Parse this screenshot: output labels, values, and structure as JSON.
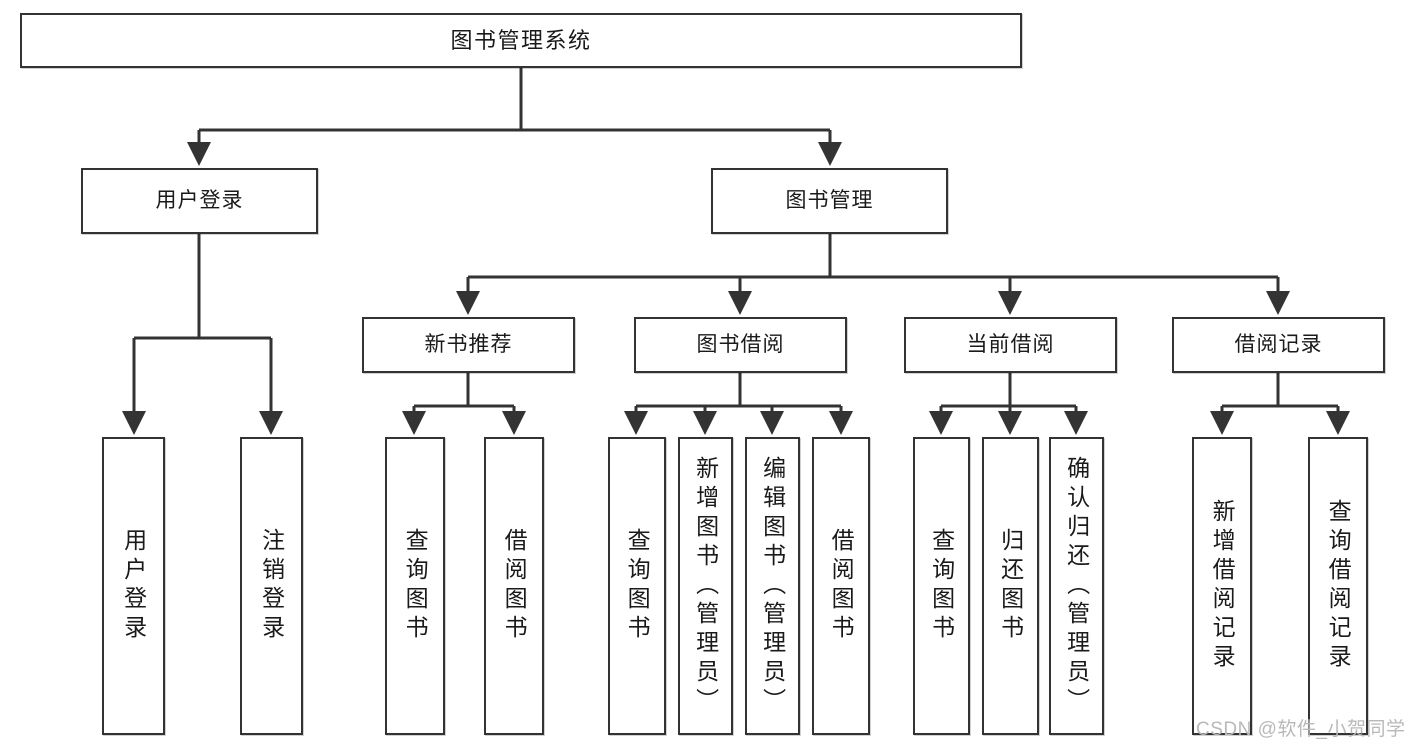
{
  "diagram": {
    "type": "tree-hierarchy",
    "title": "图书管理系统",
    "watermark": "CSDN @软件_小贺同学",
    "colors": {
      "stroke": "#333333",
      "fill": "#ffffff",
      "text": "#1a1a1a",
      "watermark": "#b9b9b9"
    },
    "nodes": {
      "root": {
        "label": "图书管理系统"
      },
      "tier2": [
        {
          "id": "user-login",
          "label": "用户登录"
        },
        {
          "id": "book-manage",
          "label": "图书管理"
        }
      ],
      "tier3": [
        {
          "id": "new-book-rec",
          "label": "新书推荐"
        },
        {
          "id": "book-borrow",
          "label": "图书借阅"
        },
        {
          "id": "current-borrow",
          "label": "当前借阅"
        },
        {
          "id": "borrow-record",
          "label": "借阅记录"
        }
      ],
      "leaves": [
        {
          "id": "leaf-user-login",
          "label": "用户登录",
          "parent": "user-login"
        },
        {
          "id": "leaf-user-logout",
          "label": "注销登录",
          "parent": "user-login"
        },
        {
          "id": "leaf-query-book-1",
          "label": "查询图书",
          "parent": "new-book-rec"
        },
        {
          "id": "leaf-borrow-book-1",
          "label": "借阅图书",
          "parent": "new-book-rec"
        },
        {
          "id": "leaf-query-book-2",
          "label": "查询图书",
          "parent": "book-borrow"
        },
        {
          "id": "leaf-add-book",
          "label": "新增图书（管理员）",
          "parent": "book-borrow"
        },
        {
          "id": "leaf-edit-book",
          "label": "编辑图书（管理员）",
          "parent": "book-borrow"
        },
        {
          "id": "leaf-borrow-book-2",
          "label": "借阅图书",
          "parent": "book-borrow"
        },
        {
          "id": "leaf-query-book-3",
          "label": "查询图书",
          "parent": "current-borrow"
        },
        {
          "id": "leaf-return-book",
          "label": "归还图书",
          "parent": "current-borrow"
        },
        {
          "id": "leaf-confirm-return",
          "label": "确认归还（管理员）",
          "parent": "current-borrow"
        },
        {
          "id": "leaf-add-record",
          "label": "新增借阅记录",
          "parent": "borrow-record"
        },
        {
          "id": "leaf-query-record",
          "label": "查询借阅记录",
          "parent": "borrow-record"
        }
      ]
    }
  }
}
